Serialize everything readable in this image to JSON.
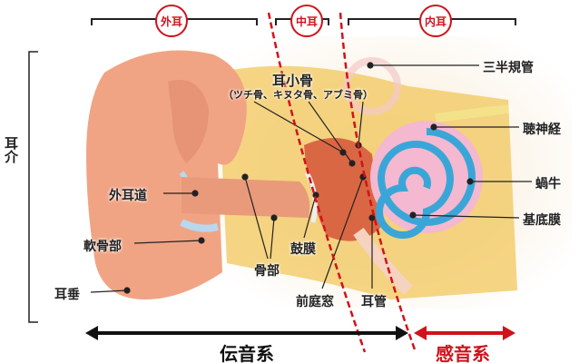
{
  "regions": {
    "outer": "外耳",
    "middle": "中耳",
    "inner": "内耳"
  },
  "labels": {
    "pinna": "耳介",
    "ossicles": "耳小骨",
    "ossicles_detail": "（ツチ骨、キヌタ骨、アブミ骨）",
    "semicircular_canals": "三半規管",
    "auditory_nerve": "聴神経",
    "cochlea": "蝸牛",
    "basilar_membrane": "基底膜",
    "ear_canal": "外耳道",
    "cartilage_part": "軟骨部",
    "earlobe": "耳垂",
    "bony_part": "骨部",
    "eardrum": "鼓膜",
    "oval_window": "前庭窓",
    "eustachian_tube": "耳管"
  },
  "systems": {
    "conductive": "伝音系",
    "sensorineural": "感音系"
  },
  "colors": {
    "accent_red": "#d0121b",
    "skin": "#f0a484",
    "bone": "#f2c75c",
    "cochlea": "#f4b8d0",
    "canal_blue": "#3aa6d8"
  }
}
